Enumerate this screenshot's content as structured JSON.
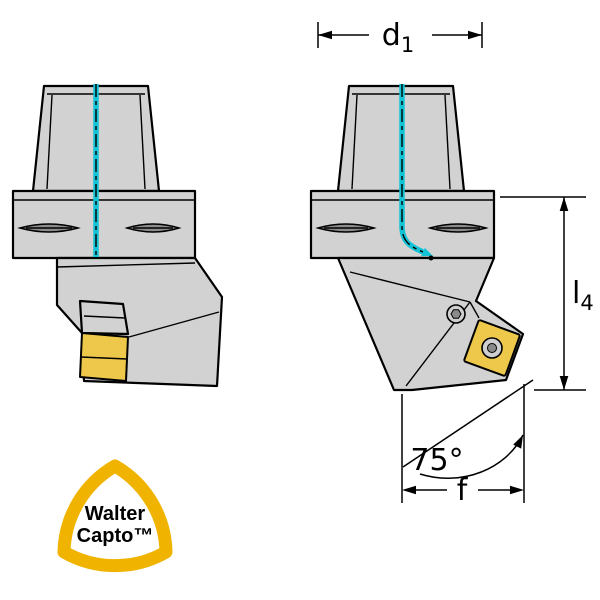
{
  "colors": {
    "line": "#000000",
    "body_fill": "#d2d2d2",
    "slot_fill": "#8c8c8c",
    "insert_fill": "#edc84a",
    "cyan": "#12c3d6",
    "logo_yellow": "#f0b400",
    "screw_fill": "#cfcfcf",
    "screw_core": "#8a8a8a"
  },
  "dimensions": {
    "d1": {
      "base": "d",
      "sub": "1"
    },
    "l4": {
      "base": "l",
      "sub": "4"
    },
    "f": "f",
    "angle": "75°"
  },
  "logo": {
    "line1": "Walter",
    "line2": "Capto™"
  }
}
